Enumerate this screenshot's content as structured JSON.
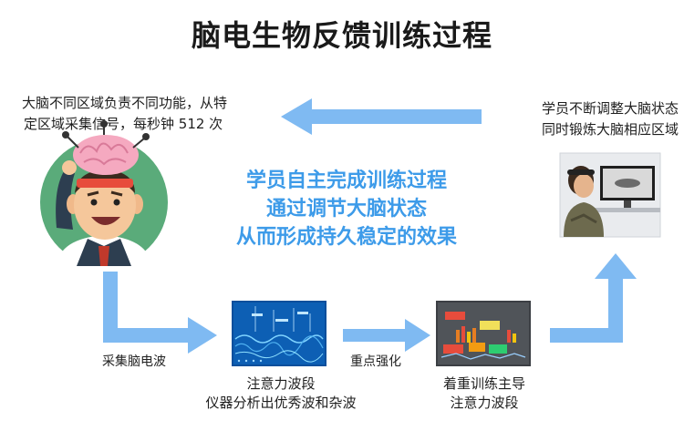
{
  "title": "脑电生物反馈训练过程",
  "top_left_text": [
    "大脑不同区域负责不同功能，从特",
    "定区域采集信号，每秒钟 512 次"
  ],
  "top_right_text": [
    "学员不断调整大脑状态",
    "同时锻炼大脑相应区域"
  ],
  "center_text": [
    "学员自主完成训练过程",
    "通过调节大脑状态",
    "从而形成持久稳定的效果"
  ],
  "label_collect": "采集脑电波",
  "label_emphasis": "重点强化",
  "caption_wave": [
    "注意力波段",
    "仪器分析出优秀波和杂波"
  ],
  "caption_train": [
    "着重训练主导",
    "注意力波段"
  ],
  "colors": {
    "arrow": "#7fbaf2",
    "accent_text": "#3d9be9"
  }
}
